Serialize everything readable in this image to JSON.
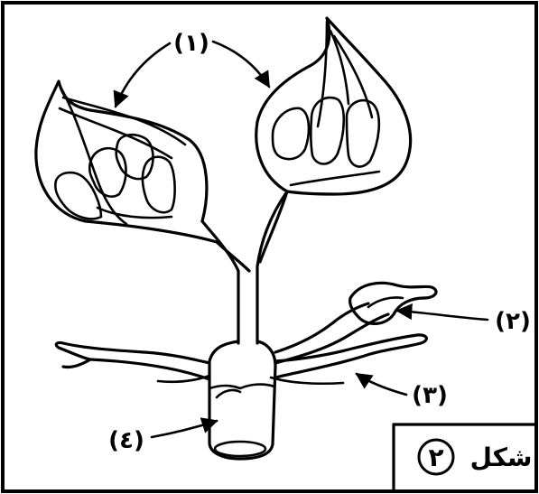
{
  "labels": {
    "leaves": "(١)",
    "bud": "(٢)",
    "roots": "(٣)",
    "base": "(٤)"
  },
  "caption": {
    "word": "شكل",
    "number": "٢"
  }
}
